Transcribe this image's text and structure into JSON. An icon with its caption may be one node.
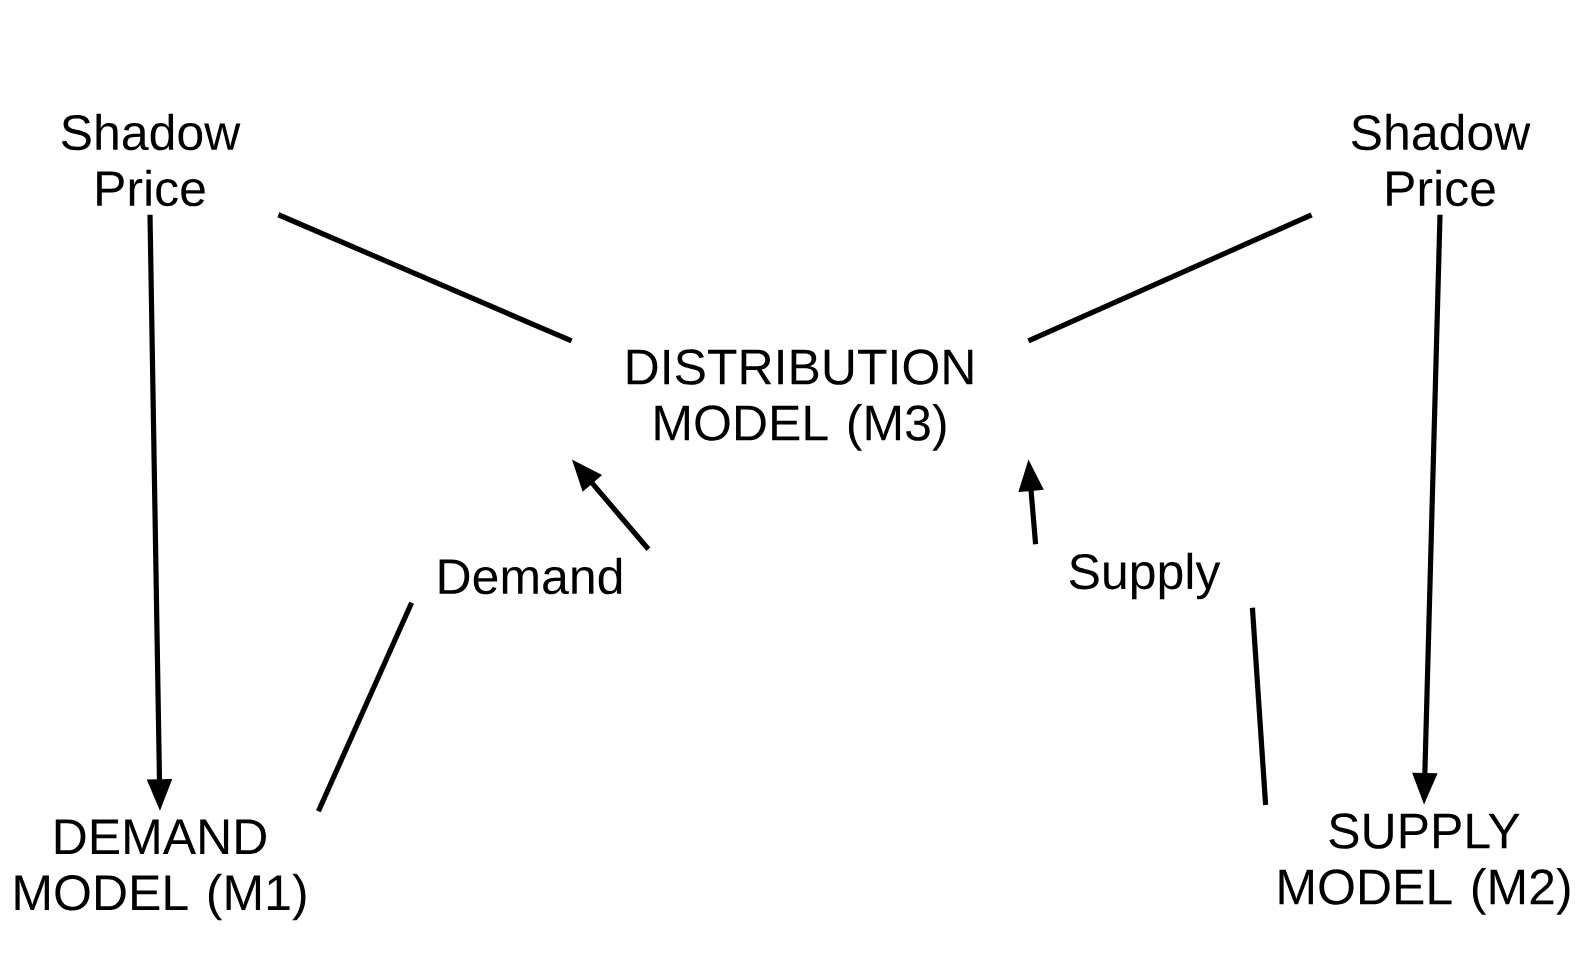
{
  "diagram": {
    "nodes": [
      {
        "text": [
          "Shadow Price"
        ]
      },
      {
        "text": [
          "Shadow Price"
        ]
      },
      {
        "text": [
          "DISTRIBUTION MODEL (M3)"
        ]
      },
      {
        "text": [
          "Demand"
        ]
      },
      {
        "text": [
          "Supply"
        ]
      },
      {
        "text": [
          "DEMAND MODEL (M1)"
        ]
      },
      {
        "text": [
          "SUPPLY MODEL (M2)"
        ]
      }
    ],
    "edges": [
      {
        "from": 0,
        "to": 2,
        "arrow": "none"
      },
      {
        "from": 0,
        "to": 5,
        "arrow": "to"
      },
      {
        "from": 1,
        "to": 2,
        "arrow": "none"
      },
      {
        "from": 1,
        "to": 6,
        "arrow": "to"
      },
      {
        "from": 5,
        "to": 3,
        "arrow": "none"
      },
      {
        "from": 3,
        "to": 2,
        "arrow": "to"
      },
      {
        "from": 6,
        "to": 4,
        "arrow": "none"
      },
      {
        "from": 4,
        "to": 2,
        "arrow": "to"
      }
    ]
  }
}
